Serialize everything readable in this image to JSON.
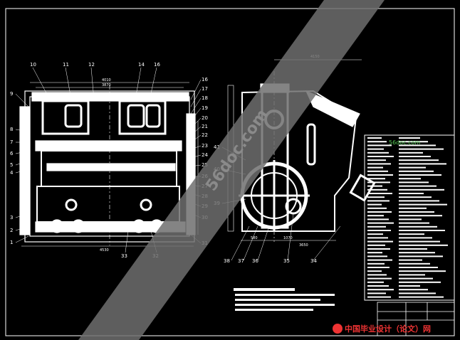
{
  "left_view": {
    "callouts_top": [
      "10",
      "11",
      "12",
      "14",
      "16"
    ],
    "callouts_left": [
      "9",
      "8",
      "7",
      "6",
      "5",
      "4",
      "3",
      "2",
      "1"
    ],
    "callouts_right": [
      "16",
      "17",
      "18",
      "19",
      "20",
      "21",
      "22",
      "23",
      "24",
      "25",
      "26",
      "27",
      "28",
      "29",
      "30",
      "31"
    ],
    "callouts_bottom": [
      "33",
      "32"
    ],
    "dims": {
      "top_overall": "4010",
      "top_inner": "3870",
      "bottom": "4530"
    }
  },
  "right_view": {
    "callouts_left": [
      "41",
      "40",
      "39",
      "38",
      "37",
      "36",
      "35",
      "34"
    ],
    "dims": {
      "top": "4150",
      "bottom_a": "580",
      "bottom_b": "1070",
      "bottom_c": "3650"
    }
  },
  "watermark": {
    "diagonal_text": "56doc.com",
    "brand_cn": "中国毕业设计（论文）网",
    "site": "56doc.com"
  },
  "colors": {
    "background": "#000000",
    "lines": "#ffffff",
    "band": "#6f6f6f",
    "brand_red": "#e33333"
  }
}
